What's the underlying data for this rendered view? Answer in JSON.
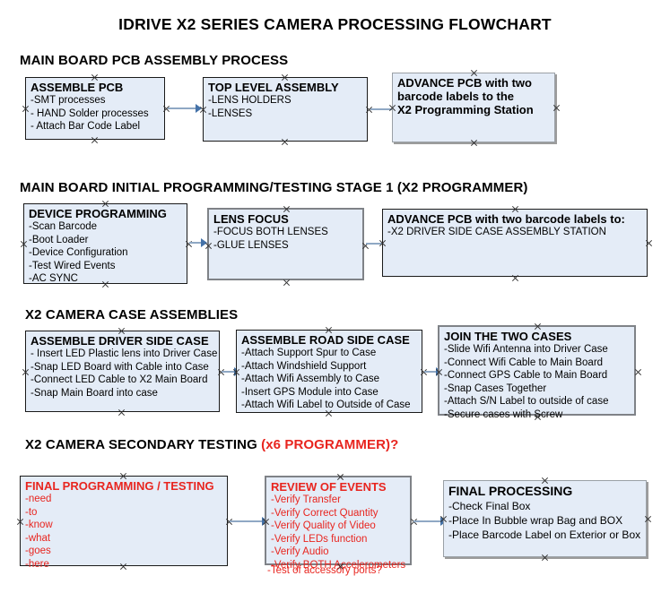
{
  "document": {
    "title": "IDRIVE X2  SERIES CAMERA PROCESSING FLOWCHART"
  },
  "sections": [
    {
      "id": "main-board-pcb-assembly",
      "heading": "MAIN BOARD PCB ASSEMBLY PROCESS",
      "heading_accent": "",
      "boxes": [
        {
          "id": "assemble-pcb",
          "title": "ASSEMBLE PCB",
          "lines": [
            "-SMT processes",
            "- HAND Solder processes",
            "- Attach Bar Code Label"
          ]
        },
        {
          "id": "top-level-assembly",
          "title": "TOP LEVEL ASSEMBLY",
          "lines": [
            "-LENS HOLDERS",
            "-LENSES"
          ]
        },
        {
          "id": "advance-pcb-programming-station",
          "title": "ADVANCE PCB with two",
          "lines": [
            "barcode labels to the",
            " X2 Programming Station"
          ]
        }
      ]
    },
    {
      "id": "main-board-initial-programming",
      "heading": "MAIN BOARD INITIAL PROGRAMMING/TESTING STAGE 1 (X2 PROGRAMMER)",
      "heading_accent": "",
      "boxes": [
        {
          "id": "device-programming",
          "title": "DEVICE PROGRAMMING",
          "lines": [
            "-Scan Barcode",
            "-Boot Loader",
            "-Device Configuration",
            "-Test Wired Events",
            "-AC SYNC"
          ]
        },
        {
          "id": "lens-focus",
          "title": "LENS FOCUS",
          "lines": [
            "-FOCUS BOTH LENSES",
            "-GLUE LENSES"
          ]
        },
        {
          "id": "advance-pcb-driver-side-case",
          "title": "ADVANCE PCB with two barcode labels to:",
          "lines": [
            "-X2 DRIVER  SIDE  CASE  ASSEMBLY STATION"
          ]
        }
      ]
    },
    {
      "id": "x2-camera-case-assemblies",
      "heading": "X2 CAMERA CASE ASSEMBLIES",
      "heading_accent": "",
      "boxes": [
        {
          "id": "assemble-driver-side-case",
          "title": "ASSEMBLE DRIVER SIDE CASE",
          "lines": [
            "- Insert LED Plastic lens into Driver Case",
            "-Snap LED Board with Cable into Case",
            "-Connect LED Cable to X2 Main Board",
            "-Snap Main Board into case"
          ]
        },
        {
          "id": "assemble-road-side-case",
          "title": "ASSEMBLE ROAD SIDE CASE",
          "lines": [
            "-Attach Support Spur to Case",
            "-Attach Windshield Support",
            "-Attach Wifi Assembly to Case",
            "-Insert GPS Module into Case",
            "-Attach Wifi Label to Outside of Case"
          ]
        },
        {
          "id": "join-the-two-cases",
          "title": "JOIN THE TWO CASES",
          "lines": [
            "-Slide Wifi Antenna into Driver Case",
            "-Connect Wifi Cable to Main Board",
            "-Connect GPS Cable to Main Board",
            "-Snap Cases Together",
            "-Attach S/N Label to outside of case",
            "-Secure cases with Screw"
          ]
        }
      ]
    },
    {
      "id": "x2-camera-secondary-testing",
      "heading": "X2 CAMERA SECONDARY TESTING ",
      "heading_accent": "(x6 PROGRAMMER)?",
      "boxes": [
        {
          "id": "final-programming-testing",
          "title": "FINAL PROGRAMMING / TESTING",
          "lines": [
            "-need",
            "-to",
            "-know",
            "-what",
            "-goes",
            "-here"
          ]
        },
        {
          "id": "review-of-events",
          "title": "REVIEW OF EVENTS",
          "lines": [
            "-Verify Transfer",
            "-Verify Correct Quantity",
            "-Verify Quality of Video",
            "-Verify LEDs function",
            "-Verify Audio",
            "-Verify BOTH Accelerometers"
          ],
          "overflow_line": "-Test of accessory ports?"
        },
        {
          "id": "final-processing",
          "title": "FINAL PROCESSING",
          "lines": [
            " -Check Final Box",
            "-Place In Bubble wrap Bag and BOX",
            "-Place Barcode Label on Exterior or Box"
          ]
        }
      ]
    }
  ],
  "colors": {
    "box_fill": "#e4ecf7",
    "box_border": "#000000",
    "accent_red": "#e8251f",
    "connector_line": "#8fa8c4",
    "connector_head": "#4472a8",
    "text": "#000000"
  }
}
